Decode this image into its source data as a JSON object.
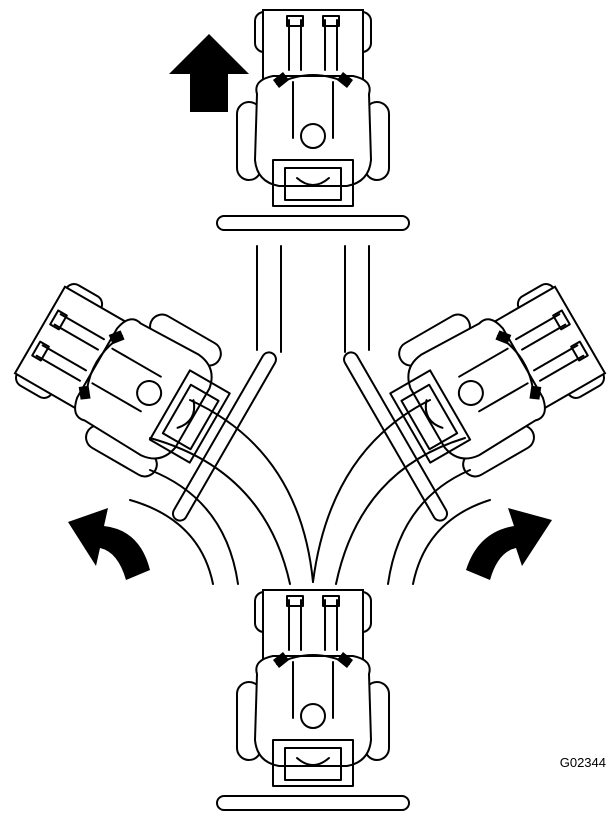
{
  "figure": {
    "reference_code": "G02344",
    "arrows": [
      {
        "name": "forward-arrow",
        "direction": "forward"
      },
      {
        "name": "left-turn-arrow",
        "direction": "turn-left"
      },
      {
        "name": "right-turn-arrow",
        "direction": "turn-right"
      }
    ],
    "tractors": [
      {
        "name": "tractor-forward",
        "heading": "forward"
      },
      {
        "name": "tractor-turning-left",
        "heading": "left"
      },
      {
        "name": "tractor-turning-right",
        "heading": "right"
      },
      {
        "name": "tractor-start",
        "heading": "forward"
      }
    ]
  }
}
